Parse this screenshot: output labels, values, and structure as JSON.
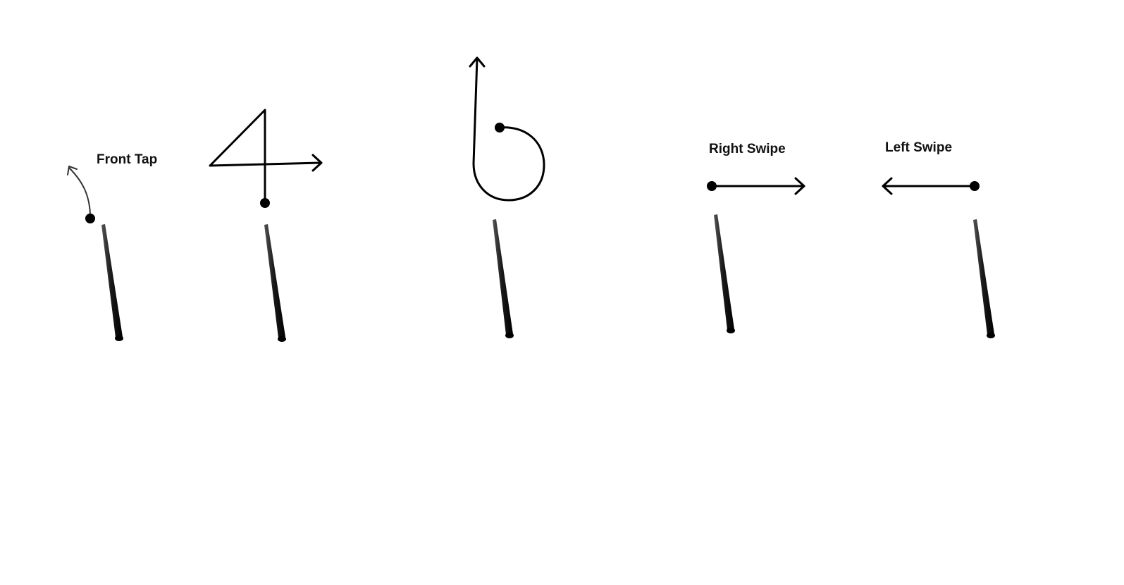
{
  "labels": {
    "front_tap": "Front Tap",
    "right_swipe": "Right Swipe",
    "left_swipe": "Left Swipe"
  },
  "gestures": [
    {
      "name": "front-tap",
      "label": "Front Tap",
      "icon": "curved-arrow-up-left"
    },
    {
      "name": "number-four",
      "label": "",
      "icon": "digit-4-stroke-with-arrow"
    },
    {
      "name": "letter-b",
      "label": "",
      "icon": "letter-b-stroke-with-arrow"
    },
    {
      "name": "right-swipe",
      "label": "Right Swipe",
      "icon": "arrow-right"
    },
    {
      "name": "left-swipe",
      "label": "Left Swipe",
      "icon": "arrow-left"
    }
  ],
  "colors": {
    "background": "#ffffff",
    "stroke": "#000000",
    "wand": "#1a1a1a",
    "front_tap_arrow": "#333333"
  }
}
